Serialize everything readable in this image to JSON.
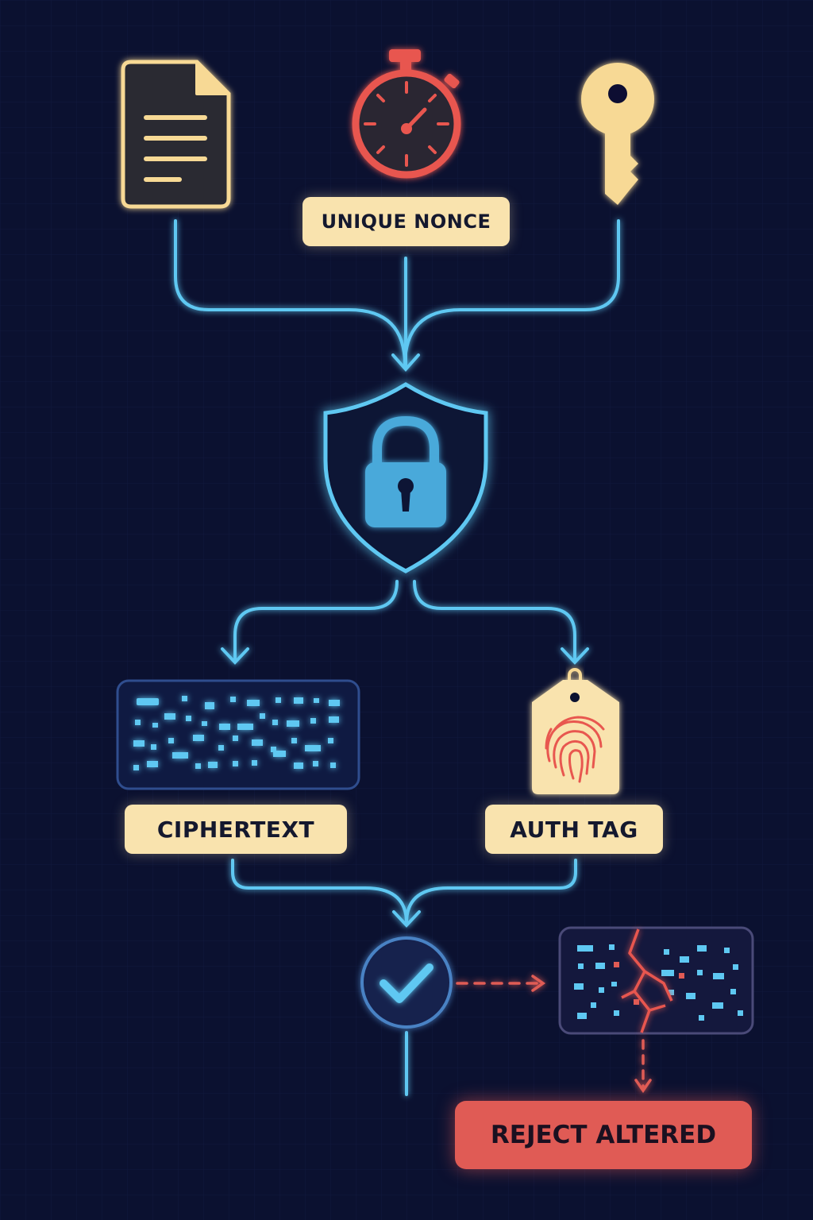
{
  "nodes": {
    "nonce_label": "UNIQUE NONCE",
    "ciphertext_label": "CIPHERTEXT",
    "auth_tag_label": "AUTH TAG",
    "reject_label": "REJECT ALTERED"
  },
  "icons": {
    "plaintext": "document-icon",
    "nonce": "stopwatch-icon",
    "key": "key-icon",
    "encrypt": "shield-lock-icon",
    "ciphertext": "ciphertext-block-icon",
    "auth_tag": "fingerprint-tag-icon",
    "verify": "checkmark-circle-icon",
    "tampered": "cracked-ciphertext-icon"
  },
  "colors": {
    "background": "#0b1130",
    "flow_line": "#5ec8f2",
    "label_fill": "#f9e3ae",
    "danger": "#e05b55",
    "key_gold": "#f7d995"
  }
}
